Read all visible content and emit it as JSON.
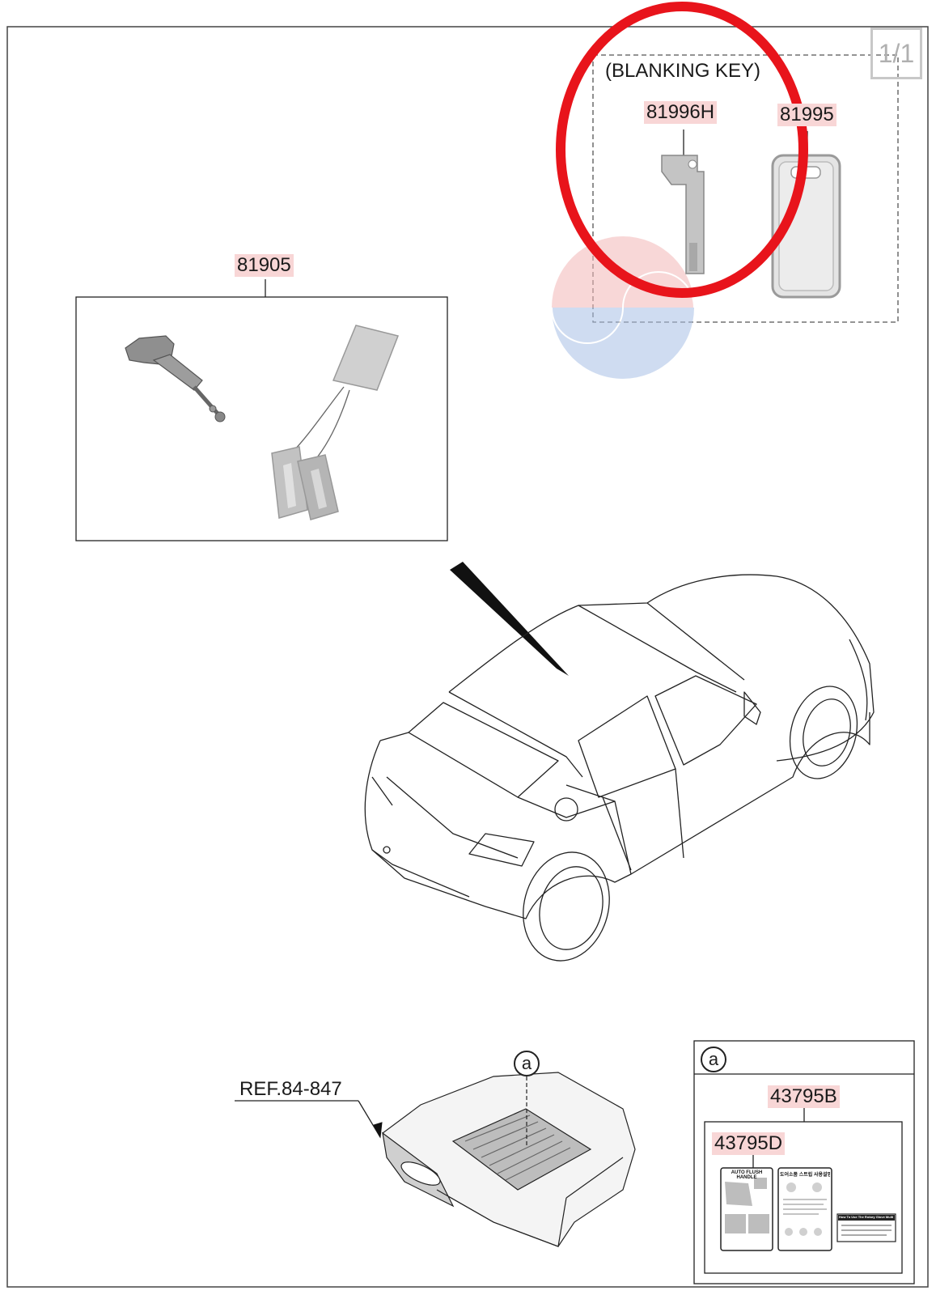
{
  "page_badge": "1/1",
  "blanking_key": {
    "title": "(BLANKING KEY)",
    "part_left": "81996H",
    "part_right": "81995"
  },
  "key_set": {
    "part": "81905"
  },
  "reference": {
    "label": "REF.84-847",
    "callout": "a"
  },
  "detail_box": {
    "callout": "a",
    "outer_part": "43795B",
    "inner_part": "43795D",
    "card_left_heading": "AUTO FLUSH HANDLE",
    "card_right_heading": "도어소품 스트립 사용설명",
    "tag_text": "How To Use The Rotary Glove Multi Slot"
  },
  "colors": {
    "label_highlight": "#f8d6d6",
    "annotation_red": "#e8141b",
    "line": "#222222",
    "part_gray": "#bdbdbd"
  }
}
